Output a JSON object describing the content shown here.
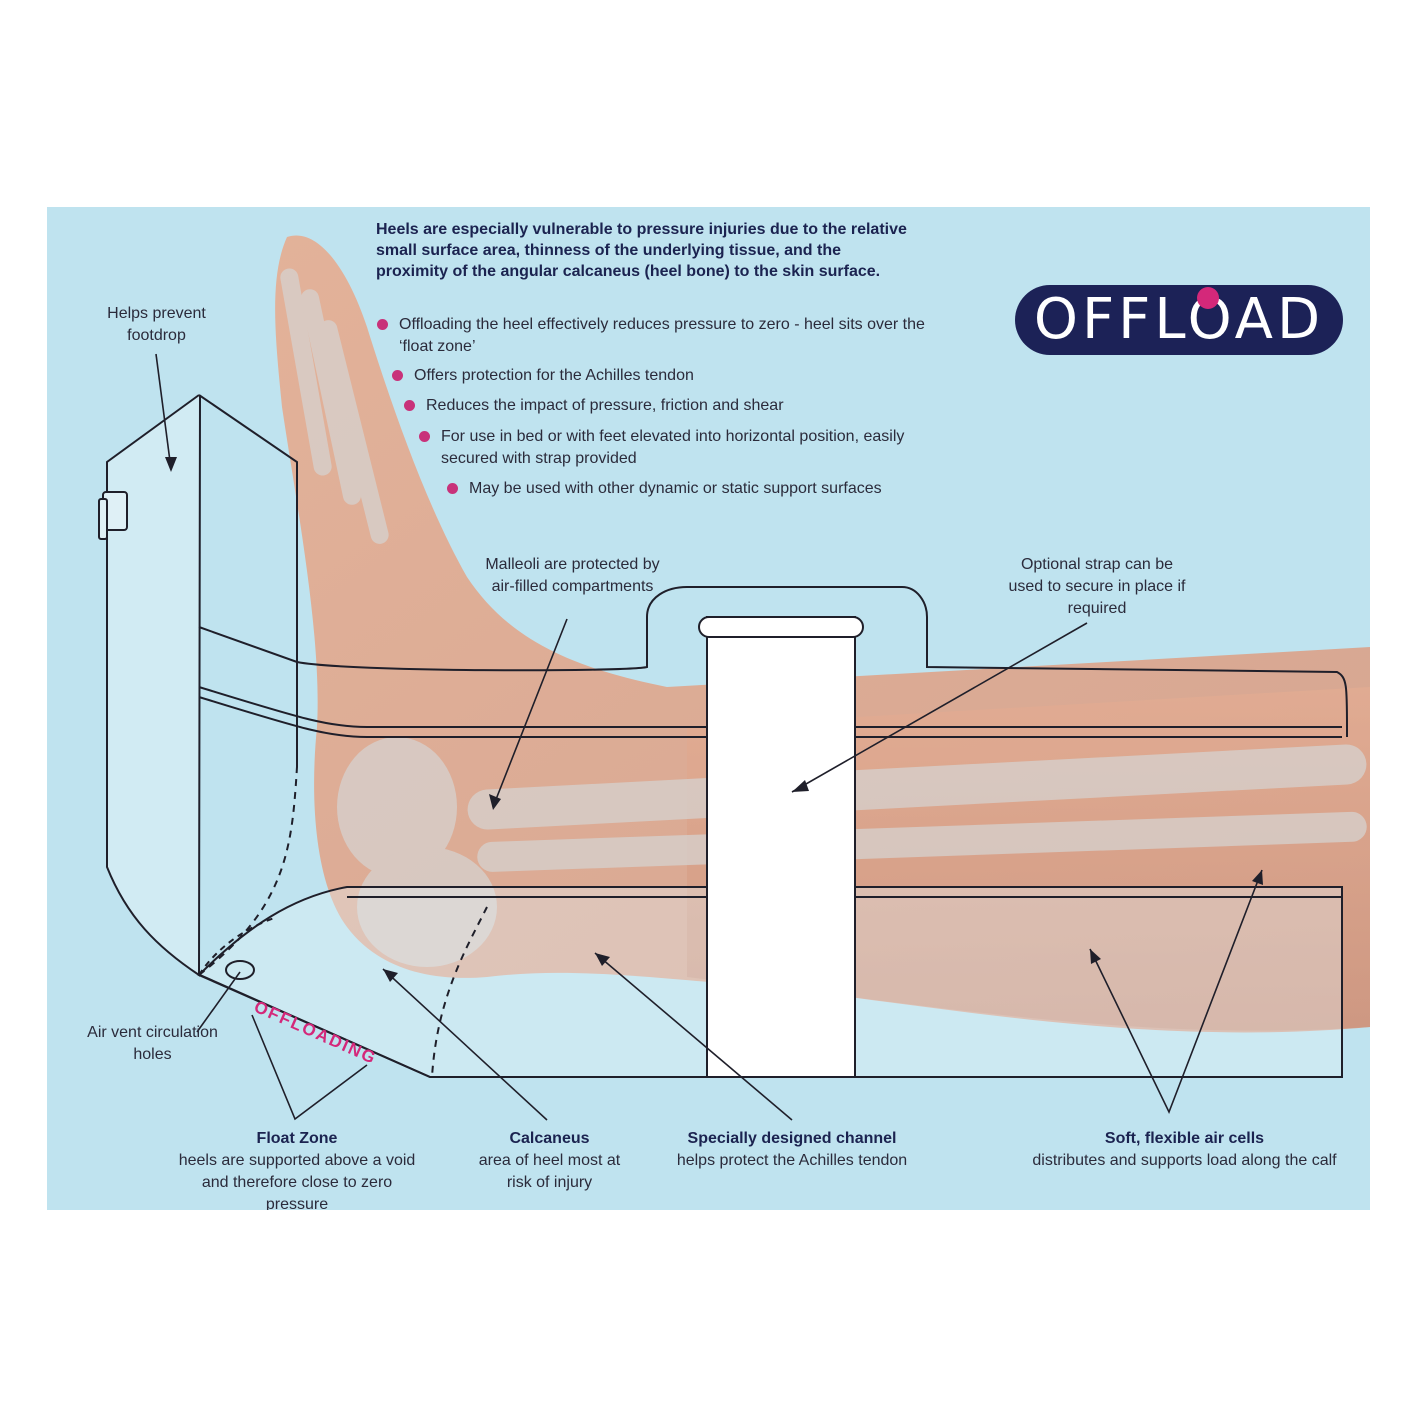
{
  "intro": "Heels are especially vulnerable to pressure injuries due to the relative small surface area, thinness of the underlying tissue, and the proximity of the angular calcaneus (heel bone) to the skin surface.",
  "bullets": [
    "Offloading the heel effectively reduces pressure to zero - heel sits over the ‘float zone’",
    "Offers protection for the Achilles tendon",
    "Reduces the impact of pressure, friction and shear",
    "For use in bed or with feet elevated into horizontal position, easily secured with strap provided",
    "May be used with other dynamic or static support surfaces"
  ],
  "logo": {
    "text": "OFFLOAD"
  },
  "offloading_label": "OFFLOADING",
  "callouts": {
    "footdrop": "Helps prevent footdrop",
    "malleoli": "Malleoli are protected by air-filled compartments",
    "strap": "Optional strap can be used to secure in place if required",
    "airvent": "Air vent circulation holes",
    "float_title": "Float Zone",
    "float_body": "heels are supported above a void and therefore close to zero pressure",
    "calc_title": "Calcaneus",
    "calc_body": "area of heel most at risk of injury",
    "channel_title": "Specially designed channel",
    "channel_body": "helps protect the Achilles tendon",
    "cells_title": "Soft, flexible air cells",
    "cells_body": "distributes and supports load along the calf"
  },
  "colors": {
    "background": "#bfe3ef",
    "accent": "#d4287a",
    "navy": "#1c2257",
    "skin": "#e8a88a"
  }
}
